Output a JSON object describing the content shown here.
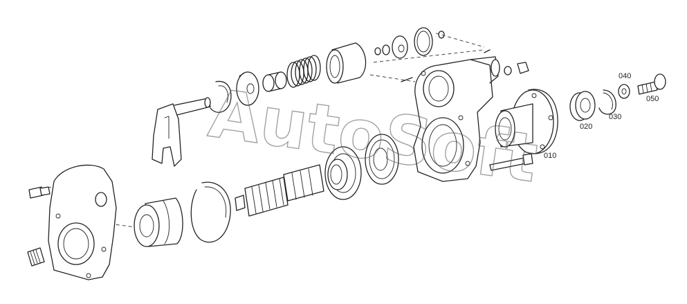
{
  "watermark": "AutoSoft",
  "callouts": {
    "p010": "010",
    "p020": "020",
    "p030": "030",
    "p040": "040",
    "p050": "050"
  }
}
